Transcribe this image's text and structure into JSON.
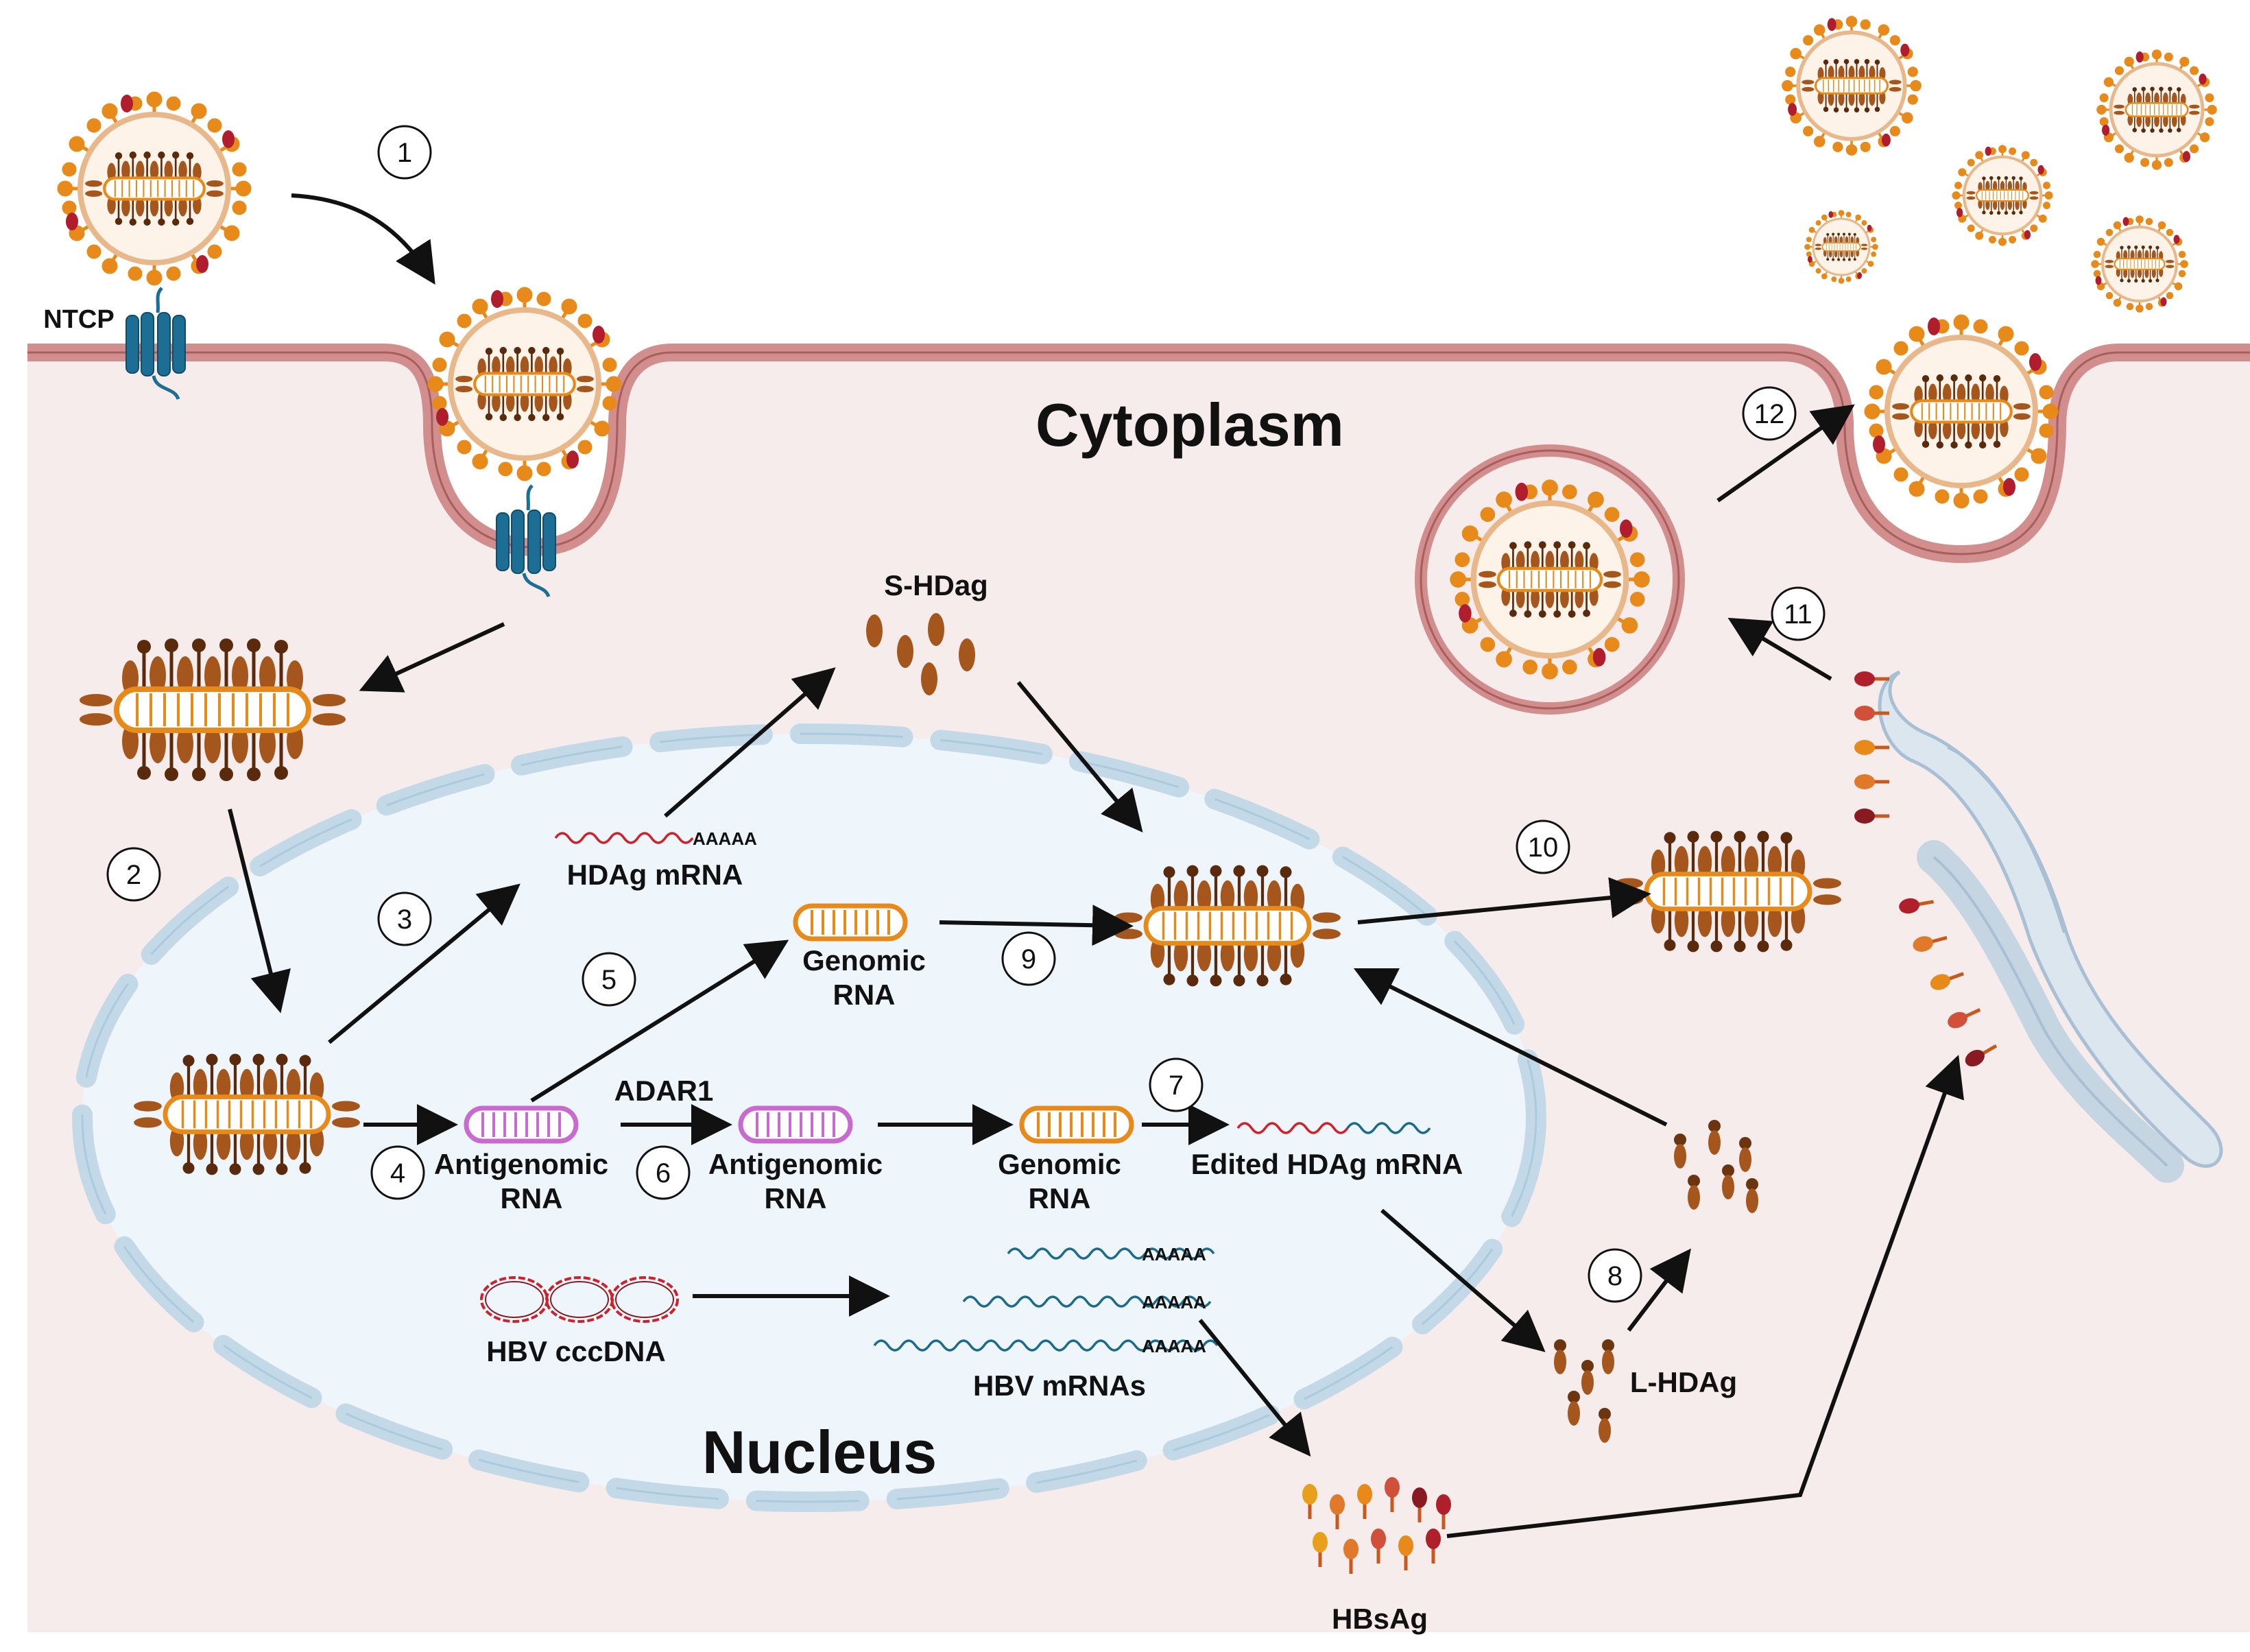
{
  "labels": {
    "cytoplasm": "Cytoplasm",
    "nucleus": "Nucleus",
    "ntcp": "NTCP",
    "s_hdag": "S-HDag",
    "hdag_mrna": "HDAg mRNA",
    "polyA": "AAAAA",
    "genomic_rna_1a": "Genomic",
    "genomic_rna_1b": "RNA",
    "antigenomic_1a": "Antigenomic",
    "antigenomic_1b": "RNA",
    "adar1": "ADAR1",
    "antigenomic_2a": "Antigenomic",
    "antigenomic_2b": "RNA",
    "genomic_rna_2a": "Genomic",
    "genomic_rna_2b": "RNA",
    "edited_mrna": "Edited HDAg mRNA",
    "hbv_cccdna": "HBV cccDNA",
    "hbv_mrnas": "HBV mRNAs",
    "l_hdag": "L-HDAg",
    "hbsag": "HBsAg"
  },
  "steps": [
    "1",
    "2",
    "3",
    "4",
    "5",
    "6",
    "7",
    "8",
    "9",
    "10",
    "11",
    "12"
  ],
  "colors": {
    "cytoplasm_bg": "#f7ecec",
    "membrane": "#d28d8d",
    "membrane_dark": "#a85e5e",
    "nucleus_bg": "#eef5fb",
    "nuclear_envelope": "#c4d9e8",
    "rnp_orange": "#e88a1a",
    "hdag_brown": "#7a3f16",
    "antigenomic_pink": "#c86bd0",
    "hbv_mrna_blue": "#1a6b8c",
    "hdag_mrna_red": "#d0202a",
    "ntcp_blue": "#1c6e94",
    "hbsag_red": "#b0202a"
  },
  "icons": [
    "virion-icon",
    "ntcp-receptor-icon",
    "rnp-complex-icon",
    "s-hdag-icon",
    "l-hdag-icon",
    "hbsag-icon",
    "er-icon",
    "cccdna-icon"
  ]
}
